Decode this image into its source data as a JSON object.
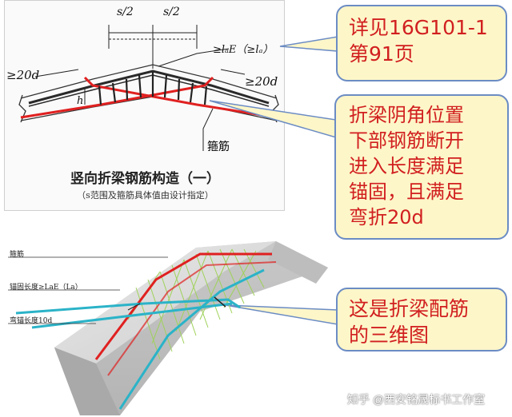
{
  "drawing": {
    "caption_title": "竖向折梁钢筋构造（一）",
    "caption_note": "（s范围及箍筋具体值由设计指定）",
    "dim_s_left": "s/2",
    "dim_s_right": "s/2",
    "anchor_label": "≥lₐE（≥lₐ）",
    "left_20d": "≥20d",
    "right_20d": "≥20d",
    "height_label": "h",
    "stirrup_label": "箍筋"
  },
  "callouts": {
    "ref": {
      "line1": "详见16G101-1",
      "line2": "第91页"
    },
    "desc": {
      "line1": "折梁阴角位置",
      "line2": "下部钢筋断开",
      "line3": "进入长度满足",
      "line4": "锚固，且满足",
      "line5": "弯折20d"
    },
    "threeD": {
      "line1": "这是折梁配筋",
      "line2": "的三维图"
    }
  },
  "model_labels": {
    "stirrup": "箍筋",
    "anchor_length": "锚固长度≥LaE（La）",
    "bend_length": "弯锚长度10d"
  },
  "watermark": "知乎 @西安铭晟标书工作室",
  "colors": {
    "callout_fill": "#fdf6c9",
    "callout_border": "#6b8cc4",
    "callout_text": "#d11f1f",
    "rebar_red": "#e02020",
    "rebar_cyan": "#2bb3c8",
    "stirrup_green": "#9fd25a"
  }
}
